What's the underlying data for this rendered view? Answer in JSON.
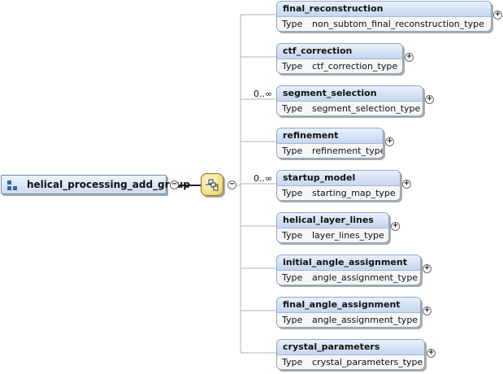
{
  "root": {
    "label": "helical_processing_add_group",
    "icon": "group-icon",
    "expander": "−"
  },
  "sequence": {
    "icon": "sequence-compositor-icon",
    "expander": "−"
  },
  "type_label": "Type",
  "children": [
    {
      "name": "final_reconstruction",
      "type": "non_subtom_final_reconstruction_type",
      "cardinality": "",
      "expander": "+"
    },
    {
      "name": "ctf_correction",
      "type": "ctf_correction_type",
      "cardinality": "",
      "expander": "+"
    },
    {
      "name": "segment_selection",
      "type": "segment_selection_type",
      "cardinality": "0..∞",
      "expander": "+"
    },
    {
      "name": "refinement",
      "type": "refinement_type",
      "cardinality": "",
      "expander": "+"
    },
    {
      "name": "startup_model",
      "type": "starting_map_type",
      "cardinality": "0..∞",
      "expander": "+"
    },
    {
      "name": "helical_layer_lines",
      "type": "layer_lines_type",
      "cardinality": "",
      "expander": "+"
    },
    {
      "name": "initial_angle_assignment",
      "type": "angle_assignment_type",
      "cardinality": "",
      "expander": "+"
    },
    {
      "name": "final_angle_assignment",
      "type": "angle_assignment_type",
      "cardinality": "",
      "expander": "+"
    },
    {
      "name": "crystal_parameters",
      "type": "crystal_parameters_type",
      "cardinality": "",
      "expander": "+"
    }
  ],
  "colors": {
    "line": "#b3b3b3",
    "header_bg": "#c5d6ee",
    "border": "#8ea8cc",
    "sequence_fill": "#f1dc7a"
  }
}
